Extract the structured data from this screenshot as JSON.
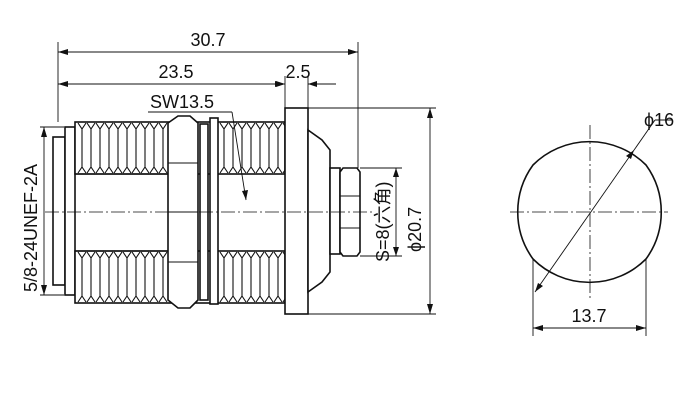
{
  "drawing": {
    "dimensions": {
      "overall_length": "30.7",
      "thread_length": "23.5",
      "flange_thickness": "2.5",
      "wrench_size": "SW13.5",
      "thread_spec": "5/8-24UNEF-2A",
      "hex_size": "S=8(六角)",
      "flange_diameter": "ϕ20.7",
      "cutout_diameter": "ϕ16",
      "cutout_flat": "13.7"
    }
  }
}
